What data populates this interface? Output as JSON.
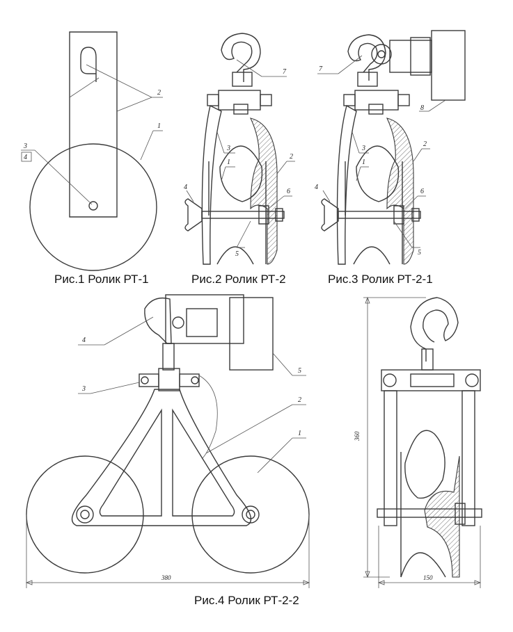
{
  "captions": {
    "fig1": "Рис.1 Ролик РТ-1",
    "fig2": "Рис.2 Ролик РТ-2",
    "fig3": "Рис.3 Ролик РТ-2-1",
    "fig4": "Рис.4 Ролик РТ-2-2"
  },
  "fig1": {
    "labels": [
      "1",
      "2",
      "3",
      "4"
    ]
  },
  "fig2": {
    "labels": [
      "1",
      "2",
      "3",
      "4",
      "5",
      "6",
      "7"
    ]
  },
  "fig3": {
    "labels": [
      "1",
      "2",
      "3",
      "4",
      "5",
      "6",
      "7",
      "8"
    ]
  },
  "fig4": {
    "labels": [
      "1",
      "2",
      "3",
      "4",
      "5"
    ],
    "dimensions": {
      "width": "380",
      "height": "360",
      "side_width": "150"
    }
  }
}
